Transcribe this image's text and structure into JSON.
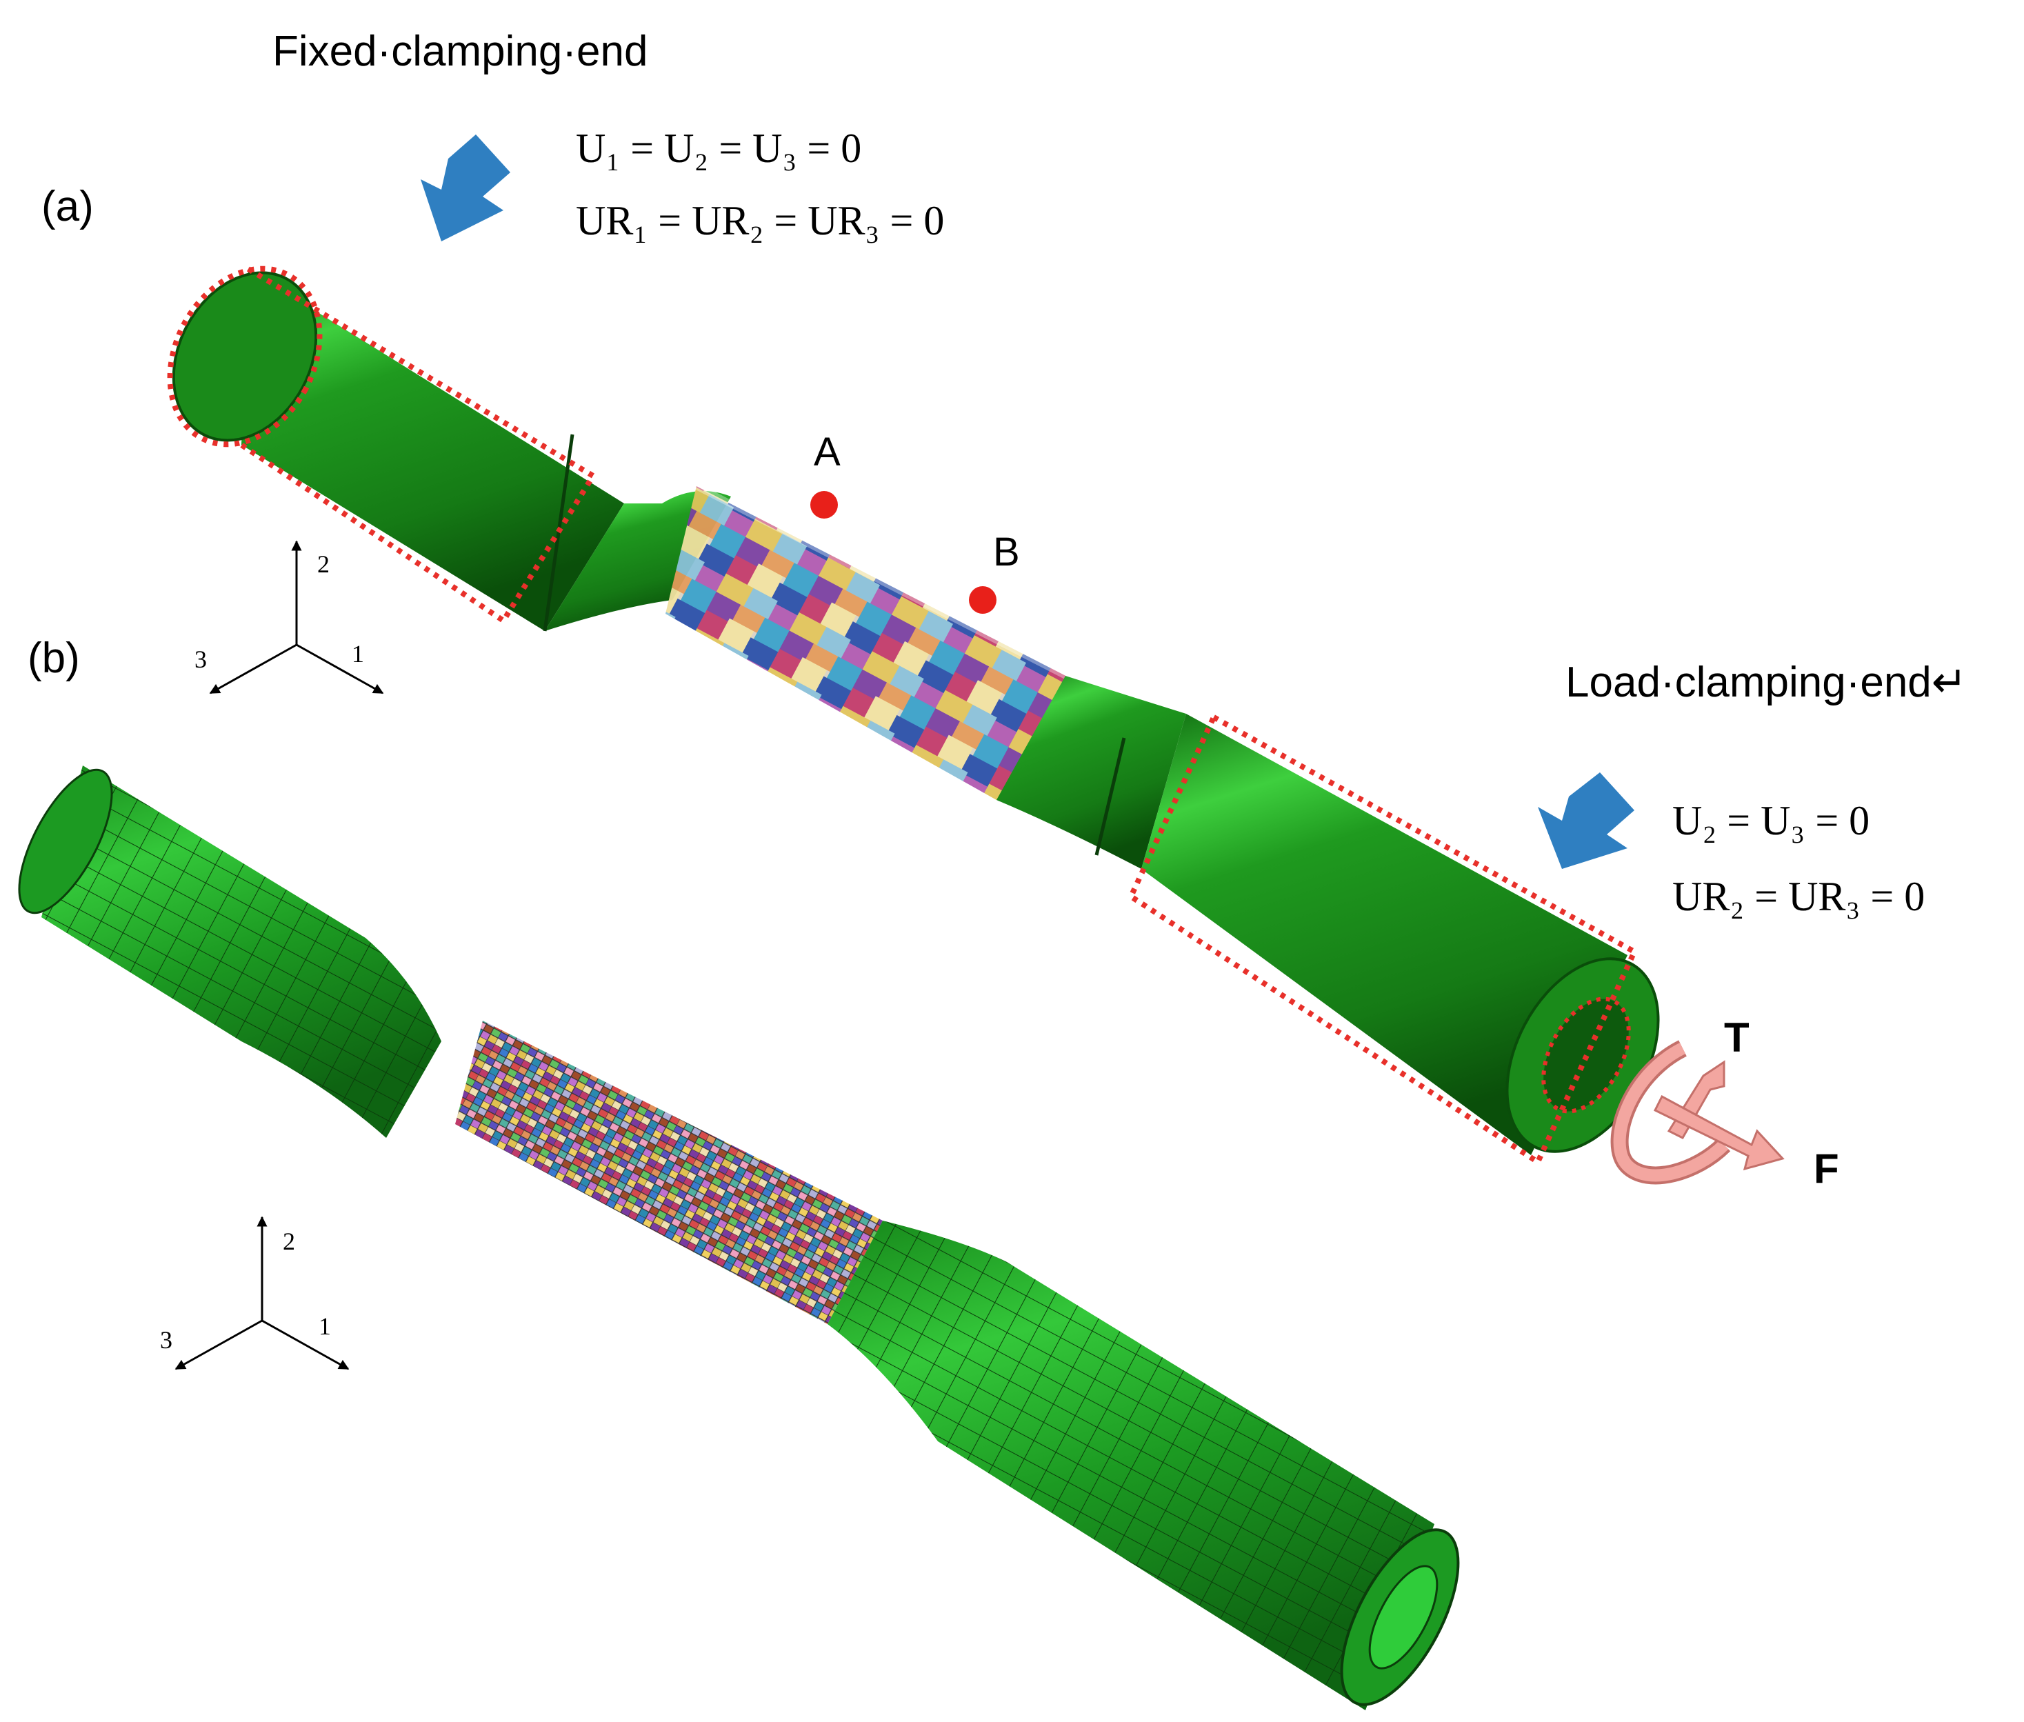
{
  "panels": {
    "a": {
      "label": "(a)"
    },
    "b": {
      "label": "(b)"
    }
  },
  "fixed_end": {
    "title": "Fixed·clamping·end",
    "bc_line1": "U₁ = U₂ = U₃ = 0",
    "bc_line2": "UR₁ = UR₂ = UR₃ = 0"
  },
  "load_end": {
    "title": "Load·clamping·end↵",
    "bc_line1": "U₂ = U₃ = 0",
    "bc_line2": "UR₂ = UR₃ = 0"
  },
  "points": {
    "A": "A",
    "B": "B"
  },
  "loads": {
    "torque": "T",
    "force": "F"
  },
  "axes": {
    "axis1": "1",
    "axis2": "2",
    "axis3": "3"
  },
  "colors": {
    "specimen_green": "#1f8f1f",
    "specimen_highlight": "#5be05b",
    "clamp_outline": "#e8302a",
    "arrow_blue": "#2f7fc1",
    "load_pink": "#f3a6a0",
    "point_red": "#e8201a"
  },
  "icons": {
    "clamp_arrow": "arrow-down-left-icon",
    "torque": "curved-arrow-icon",
    "force": "arrow-right-icon"
  }
}
